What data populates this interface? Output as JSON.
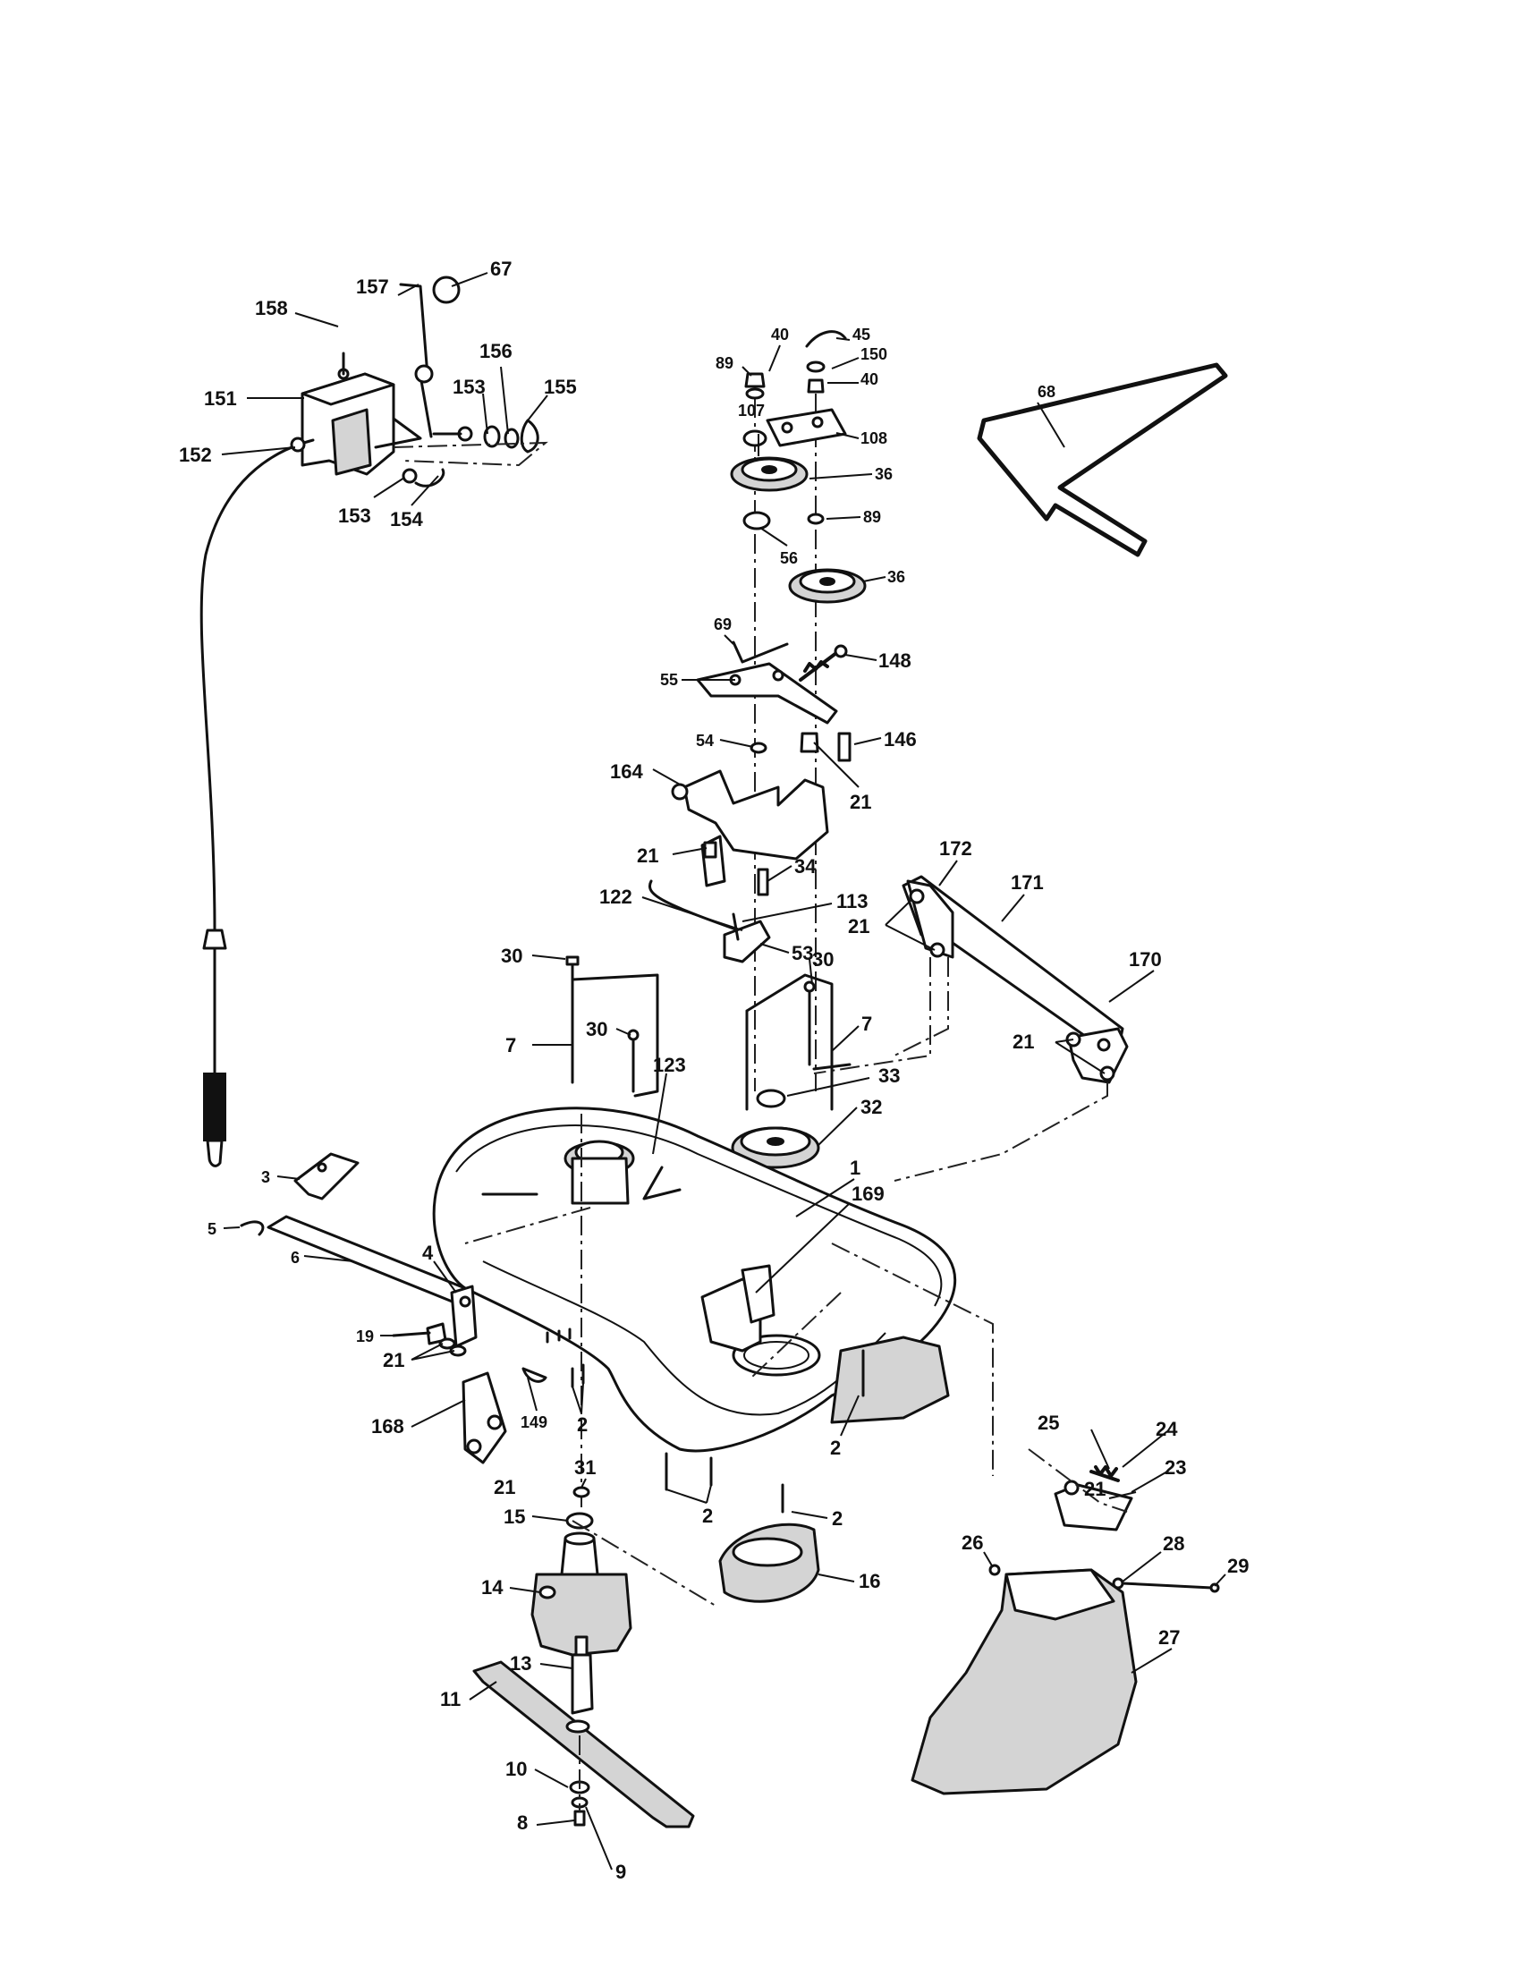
{
  "callouts": [
    {
      "id": "c-67",
      "label": "67"
    },
    {
      "id": "c-157",
      "label": "157"
    },
    {
      "id": "c-158",
      "label": "158"
    },
    {
      "id": "c-151",
      "label": "151"
    },
    {
      "id": "c-156",
      "label": "156"
    },
    {
      "id": "c-153a",
      "label": "153"
    },
    {
      "id": "c-155",
      "label": "155"
    },
    {
      "id": "c-152",
      "label": "152"
    },
    {
      "id": "c-153b",
      "label": "153"
    },
    {
      "id": "c-154",
      "label": "154"
    },
    {
      "id": "c-40a",
      "label": "40"
    },
    {
      "id": "c-45",
      "label": "45"
    },
    {
      "id": "c-89a",
      "label": "89"
    },
    {
      "id": "c-150",
      "label": "150"
    },
    {
      "id": "c-40b",
      "label": "40"
    },
    {
      "id": "c-107",
      "label": "107"
    },
    {
      "id": "c-108",
      "label": "108"
    },
    {
      "id": "c-36a",
      "label": "36"
    },
    {
      "id": "c-89b",
      "label": "89"
    },
    {
      "id": "c-56",
      "label": "56"
    },
    {
      "id": "c-36b",
      "label": "36"
    },
    {
      "id": "c-68",
      "label": "68"
    },
    {
      "id": "c-69",
      "label": "69"
    },
    {
      "id": "c-148",
      "label": "148"
    },
    {
      "id": "c-55",
      "label": "55"
    },
    {
      "id": "c-54",
      "label": "54"
    },
    {
      "id": "c-146",
      "label": "146"
    },
    {
      "id": "c-164",
      "label": "164"
    },
    {
      "id": "c-21a",
      "label": "21"
    },
    {
      "id": "c-21b",
      "label": "21"
    },
    {
      "id": "c-34",
      "label": "34"
    },
    {
      "id": "c-172",
      "label": "172"
    },
    {
      "id": "c-171",
      "label": "171"
    },
    {
      "id": "c-122",
      "label": "122"
    },
    {
      "id": "c-113",
      "label": "113"
    },
    {
      "id": "c-21c",
      "label": "21"
    },
    {
      "id": "c-53",
      "label": "53"
    },
    {
      "id": "c-170",
      "label": "170"
    },
    {
      "id": "c-30a",
      "label": "30"
    },
    {
      "id": "c-30b",
      "label": "30"
    },
    {
      "id": "c-7a",
      "label": "7"
    },
    {
      "id": "c-30c",
      "label": "30"
    },
    {
      "id": "c-7b",
      "label": "7"
    },
    {
      "id": "c-21d",
      "label": "21"
    },
    {
      "id": "c-123",
      "label": "123"
    },
    {
      "id": "c-33",
      "label": "33"
    },
    {
      "id": "c-32",
      "label": "32"
    },
    {
      "id": "c-3",
      "label": "3"
    },
    {
      "id": "c-1",
      "label": "1"
    },
    {
      "id": "c-169",
      "label": "169"
    },
    {
      "id": "c-5",
      "label": "5"
    },
    {
      "id": "c-6",
      "label": "6"
    },
    {
      "id": "c-4",
      "label": "4"
    },
    {
      "id": "c-19",
      "label": "19"
    },
    {
      "id": "c-21e",
      "label": "21"
    },
    {
      "id": "c-2a",
      "label": "2"
    },
    {
      "id": "c-2b",
      "label": "2"
    },
    {
      "id": "c-168",
      "label": "168"
    },
    {
      "id": "c-149",
      "label": "149"
    },
    {
      "id": "c-25",
      "label": "25"
    },
    {
      "id": "c-24",
      "label": "24"
    },
    {
      "id": "c-21f",
      "label": "21"
    },
    {
      "id": "c-21g",
      "label": "21"
    },
    {
      "id": "c-23",
      "label": "23"
    },
    {
      "id": "c-31",
      "label": "31"
    },
    {
      "id": "c-2c",
      "label": "2"
    },
    {
      "id": "c-2d",
      "label": "2"
    },
    {
      "id": "c-15",
      "label": "15"
    },
    {
      "id": "c-26",
      "label": "26"
    },
    {
      "id": "c-28",
      "label": "28"
    },
    {
      "id": "c-29",
      "label": "29"
    },
    {
      "id": "c-14",
      "label": "14"
    },
    {
      "id": "c-16",
      "label": "16"
    },
    {
      "id": "c-27",
      "label": "27"
    },
    {
      "id": "c-13",
      "label": "13"
    },
    {
      "id": "c-11",
      "label": "11"
    },
    {
      "id": "c-10",
      "label": "10"
    },
    {
      "id": "c-8",
      "label": "8"
    },
    {
      "id": "c-9",
      "label": "9"
    }
  ]
}
